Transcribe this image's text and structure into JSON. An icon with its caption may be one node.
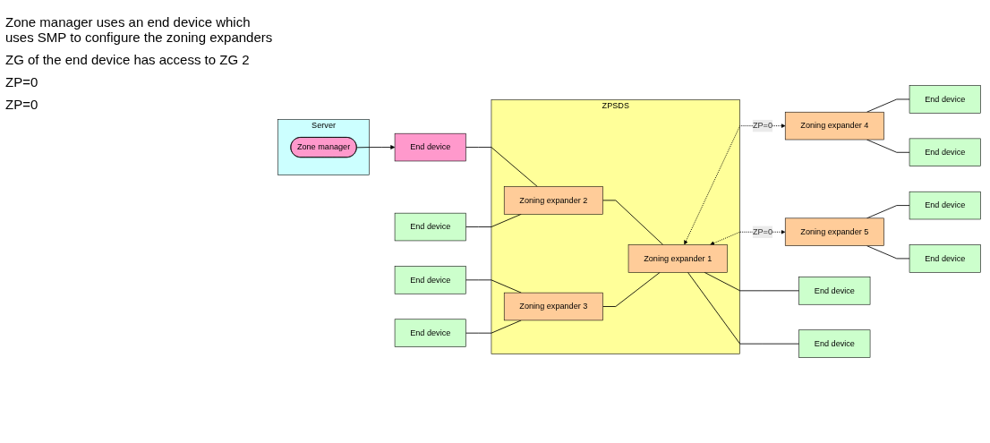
{
  "diagram": {
    "nodes": [
      {
        "text": [
          "Server"
        ]
      },
      {
        "text": [
          "Zone manager"
        ],
        "in": 0
      },
      {
        "text": [
          "End device"
        ]
      },
      {
        "text": [
          "ZPSDS"
        ]
      },
      {
        "text": [
          "Zoning expander 2"
        ],
        "in": 3
      },
      {
        "text": [
          "End device"
        ]
      },
      {
        "text": [
          "Zoning expander 1"
        ],
        "in": 3
      },
      {
        "text": [
          "Zoning expander 4"
        ]
      },
      {
        "text": [
          "End device"
        ]
      },
      {
        "text": [
          "End device"
        ]
      },
      {
        "text": [
          "End device"
        ]
      },
      {
        "text": [
          "Zoning expander 3"
        ],
        "in": 3
      },
      {
        "text": [
          "End device"
        ]
      },
      {
        "text": [
          "Zoning expander 5"
        ]
      },
      {
        "text": [
          "End device"
        ]
      },
      {
        "text": [
          "End device"
        ]
      },
      {
        "text": [
          "End device"
        ]
      },
      {
        "text": [
          "End device"
        ]
      }
    ],
    "edges": [
      {
        "from": 1,
        "to": 2,
        "arrow": "to"
      },
      {
        "from": 2,
        "to": 4,
        "arrow": "none"
      },
      {
        "from": 5,
        "to": 4,
        "arrow": "none"
      },
      {
        "from": 4,
        "to": 6,
        "arrow": "none"
      },
      {
        "from": 6,
        "to": 7,
        "arrow": "both",
        "style": "dashed",
        "label": "ZP=0"
      },
      {
        "from": 7,
        "to": 8,
        "arrow": "none"
      },
      {
        "from": 7,
        "to": 9,
        "arrow": "none"
      },
      {
        "from": 10,
        "to": 11,
        "arrow": "none"
      },
      {
        "from": 12,
        "to": 11,
        "arrow": "none"
      },
      {
        "from": 11,
        "to": 6,
        "arrow": "none"
      },
      {
        "from": 6,
        "to": 13,
        "arrow": "both",
        "style": "dashed",
        "label": "ZP=0"
      },
      {
        "from": 13,
        "to": 14,
        "arrow": "none"
      },
      {
        "from": 13,
        "to": 15,
        "arrow": "none"
      },
      {
        "from": 6,
        "to": 16,
        "arrow": "none"
      },
      {
        "from": 6,
        "to": 17,
        "arrow": "none"
      }
    ],
    "labels": [
      "Zone manager uses an end device which uses SMP to configure the zoning expanders",
      "ZG of the end device has access to ZG 2",
      "ZP=0",
      "ZP=0"
    ]
  }
}
